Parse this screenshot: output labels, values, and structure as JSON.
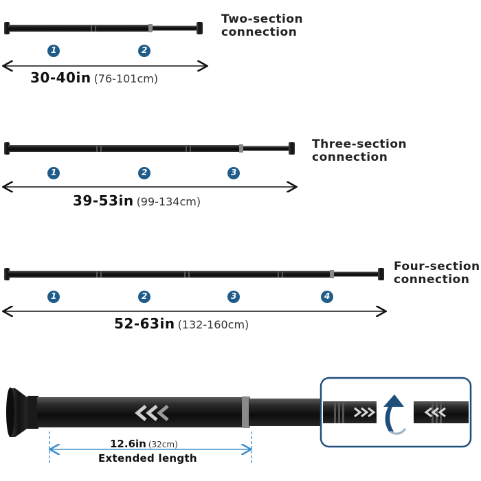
{
  "configs": [
    {
      "label_line1": "Two-section",
      "label_line2": "connection",
      "range_main": "30-40in",
      "range_metric": "(76-101cm)",
      "markers": [
        "1",
        "2"
      ]
    },
    {
      "label_line1": "Three-section",
      "label_line2": "connection",
      "range_main": "39-53in",
      "range_metric": "(99-134cm)",
      "markers": [
        "1",
        "2",
        "3"
      ]
    },
    {
      "label_line1": "Four-section",
      "label_line2": "connection",
      "range_main": "52-63in",
      "range_metric": "(132-160cm)",
      "markers": [
        "1",
        "2",
        "3",
        "4"
      ]
    }
  ],
  "detail": {
    "measure_main": "12.6in",
    "measure_metric": "(32cm)",
    "caption": "Extended length"
  },
  "colors": {
    "marker": "#1f5c8a",
    "dimension_blue": "#3d8fcf",
    "inset_border": "#1e4f7a",
    "rod": "#1c1c1c"
  }
}
